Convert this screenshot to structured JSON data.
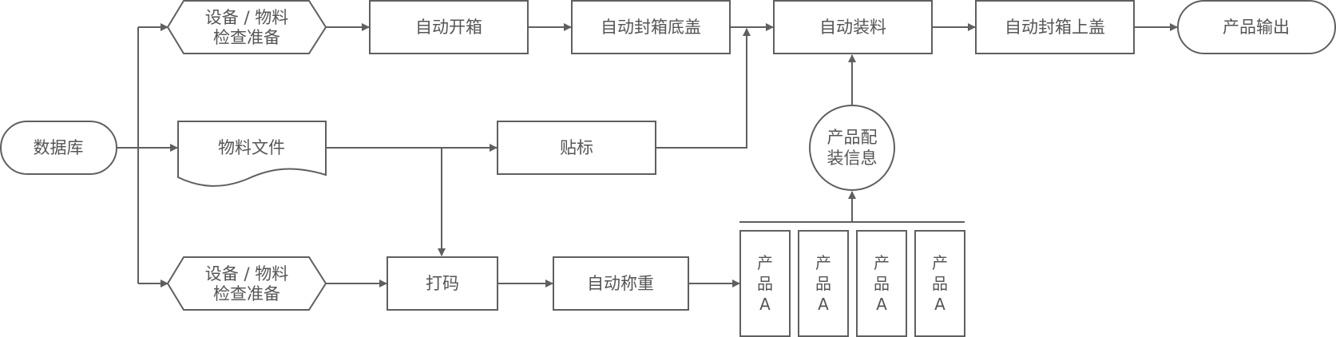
{
  "nodes": {
    "database": "数据库",
    "prep_top_line1": "设备 / 物料",
    "prep_top_line2": "检查准备",
    "auto_open_box": "自动开箱",
    "auto_seal_bottom": "自动封箱底盖",
    "auto_loading": "自动装料",
    "auto_seal_top": "自动封箱上盖",
    "product_output": "产品输出",
    "material_file": "物料文件",
    "labeling": "贴标",
    "packing_info_line1": "产品配",
    "packing_info_line2": "装信息",
    "prep_bottom_line1": "设备 / 物料",
    "prep_bottom_line2": "检查准备",
    "coding": "打码",
    "auto_weighing": "自动称重"
  },
  "products": [
    {
      "line1": "产",
      "line2": "品",
      "line3": "A"
    },
    {
      "line1": "产",
      "line2": "品",
      "line3": "A"
    },
    {
      "line1": "产",
      "line2": "品",
      "line3": "A"
    },
    {
      "line1": "产",
      "line2": "品",
      "line3": "A"
    }
  ]
}
